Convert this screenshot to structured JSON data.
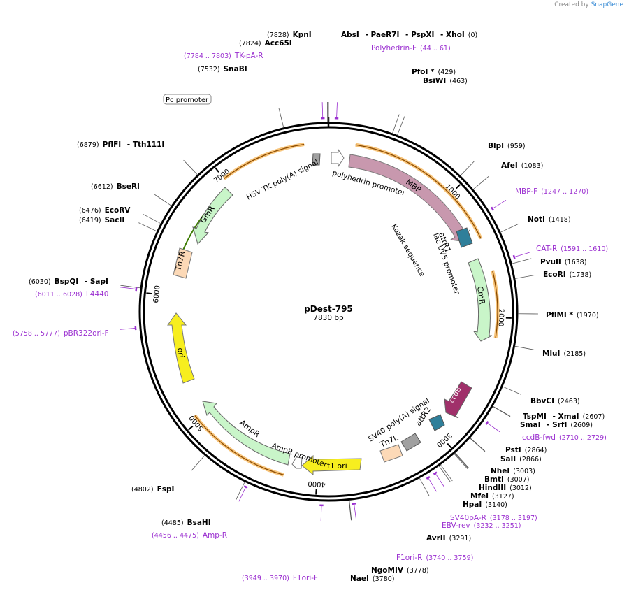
{
  "credit": {
    "prefix": "Created by",
    "brand": "SnapGene"
  },
  "plasmid": {
    "name": "pDest-795",
    "length_label": "7830 bp",
    "length": 7830
  },
  "colors": {
    "site_line": "#555555",
    "primer": "#9b30d0",
    "ruler": "#000000",
    "orange_arc": "#e59a2c",
    "mbp": "#c898ae",
    "cmr": "#c9f5c9",
    "gmr": "#c9f5c9",
    "ampr": "#c9f5c9",
    "ori": "#f7ee1f",
    "f1ori": "#f7ee1f",
    "ccdb": "#a0306a",
    "att": "#2f7f9a",
    "tn7": "#fcd9b7",
    "grey_feature": "#a0a0a0"
  },
  "ruler_ticks": [
    {
      "bp": 1000,
      "label": "1000"
    },
    {
      "bp": 2000,
      "label": "2000"
    },
    {
      "bp": 3000,
      "label": "3000"
    },
    {
      "bp": 4000,
      "label": "4000"
    },
    {
      "bp": 5000,
      "label": "5000"
    },
    {
      "bp": 6000,
      "label": "6000"
    },
    {
      "bp": 7000,
      "label": "7000"
    }
  ],
  "sites": [
    {
      "parts": [
        {
          "t": "(7828)",
          "s": "pos"
        },
        {
          "t": "KpnI",
          "s": "name"
        }
      ],
      "bp": 7828
    },
    {
      "parts": [
        {
          "t": "AbsI",
          "s": "name"
        },
        {
          "t": " - PaeR7I",
          "s": "name"
        },
        {
          "t": " - PspXI",
          "s": "name"
        },
        {
          "t": " - XhoI",
          "s": "name"
        },
        {
          "t": "(0)",
          "s": "pos"
        }
      ],
      "bp": 0
    },
    {
      "parts": [
        {
          "t": "(7824)",
          "s": "pos"
        },
        {
          "t": "Acc65I",
          "s": "name"
        }
      ],
      "bp": 7824
    },
    {
      "parts": [
        {
          "t": "(7784 .. 7803)",
          "s": "primerpos"
        },
        {
          "t": "TK-pA-R",
          "s": "primer"
        }
      ],
      "bp": 7793,
      "primer": true
    },
    {
      "parts": [
        {
          "t": "Polyhedrin-F",
          "s": "primer"
        },
        {
          "t": "(44 .. 61)",
          "s": "primerpos"
        }
      ],
      "bp": 52,
      "primer": true
    },
    {
      "parts": [
        {
          "t": "(7532)",
          "s": "pos"
        },
        {
          "t": "SnaBI",
          "s": "name"
        }
      ],
      "bp": 7532
    },
    {
      "parts": [
        {
          "t": "PfoI *",
          "s": "name"
        },
        {
          "t": "(429)",
          "s": "pos"
        }
      ],
      "bp": 429
    },
    {
      "parts": [
        {
          "t": "BsiWI",
          "s": "name"
        },
        {
          "t": "(463)",
          "s": "pos"
        }
      ],
      "bp": 463
    },
    {
      "parts": [
        {
          "t": "(6879)",
          "s": "pos"
        },
        {
          "t": "PflFI",
          "s": "name"
        },
        {
          "t": " - Tth111I",
          "s": "name"
        }
      ],
      "bp": 6879
    },
    {
      "parts": [
        {
          "t": "BlpI",
          "s": "name"
        },
        {
          "t": "(959)",
          "s": "pos"
        }
      ],
      "bp": 959
    },
    {
      "parts": [
        {
          "t": "AfeI",
          "s": "name"
        },
        {
          "t": "(1083)",
          "s": "pos"
        }
      ],
      "bp": 1083
    },
    {
      "parts": [
        {
          "t": "(6612)",
          "s": "pos"
        },
        {
          "t": "BseRI",
          "s": "name"
        }
      ],
      "bp": 6612
    },
    {
      "parts": [
        {
          "t": "MBP-F",
          "s": "primer"
        },
        {
          "t": "(1247 .. 1270)",
          "s": "primerpos"
        }
      ],
      "bp": 1258,
      "primer": true
    },
    {
      "parts": [
        {
          "t": "(6476)",
          "s": "pos"
        },
        {
          "t": "EcoRV",
          "s": "name"
        }
      ],
      "bp": 6476
    },
    {
      "parts": [
        {
          "t": "(6419)",
          "s": "pos"
        },
        {
          "t": "SacII",
          "s": "name"
        }
      ],
      "bp": 6419
    },
    {
      "parts": [
        {
          "t": "NotI",
          "s": "name"
        },
        {
          "t": "(1418)",
          "s": "pos"
        }
      ],
      "bp": 1418
    },
    {
      "parts": [
        {
          "t": "CAT-R",
          "s": "primer"
        },
        {
          "t": "(1591 .. 1610)",
          "s": "primerpos"
        }
      ],
      "bp": 1600,
      "primer": true
    },
    {
      "parts": [
        {
          "t": "PvuII",
          "s": "name"
        },
        {
          "t": "(1638)",
          "s": "pos"
        }
      ],
      "bp": 1638
    },
    {
      "parts": [
        {
          "t": "EcoRI",
          "s": "name"
        },
        {
          "t": "(1738)",
          "s": "pos"
        }
      ],
      "bp": 1738
    },
    {
      "parts": [
        {
          "t": "(6030)",
          "s": "pos"
        },
        {
          "t": "BspQI",
          "s": "name"
        },
        {
          "t": " - SapI",
          "s": "name"
        }
      ],
      "bp": 6030
    },
    {
      "parts": [
        {
          "t": "(6011 .. 6028)",
          "s": "primerpos"
        },
        {
          "t": "L4440",
          "s": "primer"
        }
      ],
      "bp": 6019,
      "primer": true
    },
    {
      "parts": [
        {
          "t": "PflMI *",
          "s": "name"
        },
        {
          "t": "(1970)",
          "s": "pos"
        }
      ],
      "bp": 1970
    },
    {
      "parts": [
        {
          "t": "(5758 .. 5777)",
          "s": "primerpos"
        },
        {
          "t": "pBR322ori-F",
          "s": "primer"
        }
      ],
      "bp": 5767,
      "primer": true
    },
    {
      "parts": [
        {
          "t": "MluI",
          "s": "name"
        },
        {
          "t": "(2185)",
          "s": "pos"
        }
      ],
      "bp": 2185
    },
    {
      "parts": [
        {
          "t": "BbvCI",
          "s": "name"
        },
        {
          "t": "(2463)",
          "s": "pos"
        }
      ],
      "bp": 2463
    },
    {
      "parts": [
        {
          "t": "TspMI",
          "s": "name"
        },
        {
          "t": " - XmaI",
          "s": "name"
        },
        {
          "t": "(2607)",
          "s": "pos"
        }
      ],
      "bp": 2607
    },
    {
      "parts": [
        {
          "t": "SmaI",
          "s": "name"
        },
        {
          "t": " - SrfI",
          "s": "name"
        },
        {
          "t": "(2609)",
          "s": "pos"
        }
      ],
      "bp": 2609
    },
    {
      "parts": [
        {
          "t": "ccdB-fwd",
          "s": "primer"
        },
        {
          "t": "(2710 .. 2729)",
          "s": "primerpos"
        }
      ],
      "bp": 2719,
      "primer": true
    },
    {
      "parts": [
        {
          "t": "PstI",
          "s": "name"
        },
        {
          "t": "(2864)",
          "s": "pos"
        }
      ],
      "bp": 2864
    },
    {
      "parts": [
        {
          "t": "SalI",
          "s": "name"
        },
        {
          "t": "(2866)",
          "s": "pos"
        }
      ],
      "bp": 2866
    },
    {
      "parts": [
        {
          "t": "NheI",
          "s": "name"
        },
        {
          "t": "(3003)",
          "s": "pos"
        }
      ],
      "bp": 3003
    },
    {
      "parts": [
        {
          "t": "BmtI",
          "s": "name"
        },
        {
          "t": "(3007)",
          "s": "pos"
        }
      ],
      "bp": 3007
    },
    {
      "parts": [
        {
          "t": "HindIII",
          "s": "name"
        },
        {
          "t": "(3012)",
          "s": "pos"
        }
      ],
      "bp": 3012
    },
    {
      "parts": [
        {
          "t": "MfeI",
          "s": "name"
        },
        {
          "t": "(3127)",
          "s": "pos"
        }
      ],
      "bp": 3127
    },
    {
      "parts": [
        {
          "t": "HpaI",
          "s": "name"
        },
        {
          "t": "(3140)",
          "s": "pos"
        }
      ],
      "bp": 3140
    },
    {
      "parts": [
        {
          "t": "SV40pA-R",
          "s": "primer"
        },
        {
          "t": "(3178 .. 3197)",
          "s": "primerpos"
        }
      ],
      "bp": 3187,
      "primer": true
    },
    {
      "parts": [
        {
          "t": "EBV-rev",
          "s": "primer"
        },
        {
          "t": "(3232 .. 3251)",
          "s": "primerpos"
        }
      ],
      "bp": 3241,
      "primer": true
    },
    {
      "parts": [
        {
          "t": "AvrII",
          "s": "name"
        },
        {
          "t": "(3291)",
          "s": "pos"
        }
      ],
      "bp": 3291
    },
    {
      "parts": [
        {
          "t": "(4802)",
          "s": "pos"
        },
        {
          "t": "FspI",
          "s": "name"
        }
      ],
      "bp": 4802
    },
    {
      "parts": [
        {
          "t": "(4485)",
          "s": "pos"
        },
        {
          "t": "BsaHI",
          "s": "name"
        }
      ],
      "bp": 4485
    },
    {
      "parts": [
        {
          "t": "(4456 .. 4475)",
          "s": "primerpos"
        },
        {
          "t": "Amp-R",
          "s": "primer"
        }
      ],
      "bp": 4465,
      "primer": true
    },
    {
      "parts": [
        {
          "t": "F1ori-R",
          "s": "primer"
        },
        {
          "t": "(3740 .. 3759)",
          "s": "primerpos"
        }
      ],
      "bp": 3750,
      "primer": true
    },
    {
      "parts": [
        {
          "t": "NgoMIV",
          "s": "name"
        },
        {
          "t": "(3778)",
          "s": "pos"
        }
      ],
      "bp": 3778
    },
    {
      "parts": [
        {
          "t": "NaeI",
          "s": "name"
        },
        {
          "t": "(3780)",
          "s": "pos"
        }
      ],
      "bp": 3780
    },
    {
      "parts": [
        {
          "t": "(3949 .. 3970)",
          "s": "primerpos"
        },
        {
          "t": "F1ori-F",
          "s": "primer"
        }
      ],
      "bp": 3960,
      "primer": true
    }
  ],
  "features": [
    {
      "label": "MBP",
      "color": "mbp"
    },
    {
      "label": "CmR",
      "color": "cmr"
    },
    {
      "label": "GmR",
      "color": "gmr"
    },
    {
      "label": "AmpR",
      "color": "ampr"
    },
    {
      "label": "ori",
      "color": "ori"
    },
    {
      "label": "f1 ori",
      "color": "f1ori"
    },
    {
      "label": "ccdB",
      "color": "ccdb"
    },
    {
      "label": "Tn7R",
      "color": "tn7"
    },
    {
      "label": "Tn7L",
      "color": "tn7"
    },
    {
      "label": "attR1",
      "color": "att"
    },
    {
      "label": "attR2",
      "color": "att"
    }
  ],
  "feature_labels": {
    "pc_promoter": "Pc promoter",
    "hsv": "HSV TK poly(A) signal",
    "polyhedrin": "polyhedrin promoter",
    "kozak": "Kozak sequence",
    "lacuv5": "lac UV5 promoter",
    "sv40": "SV40 poly(A) signal",
    "ampr_promoter": "AmpR promoter"
  }
}
